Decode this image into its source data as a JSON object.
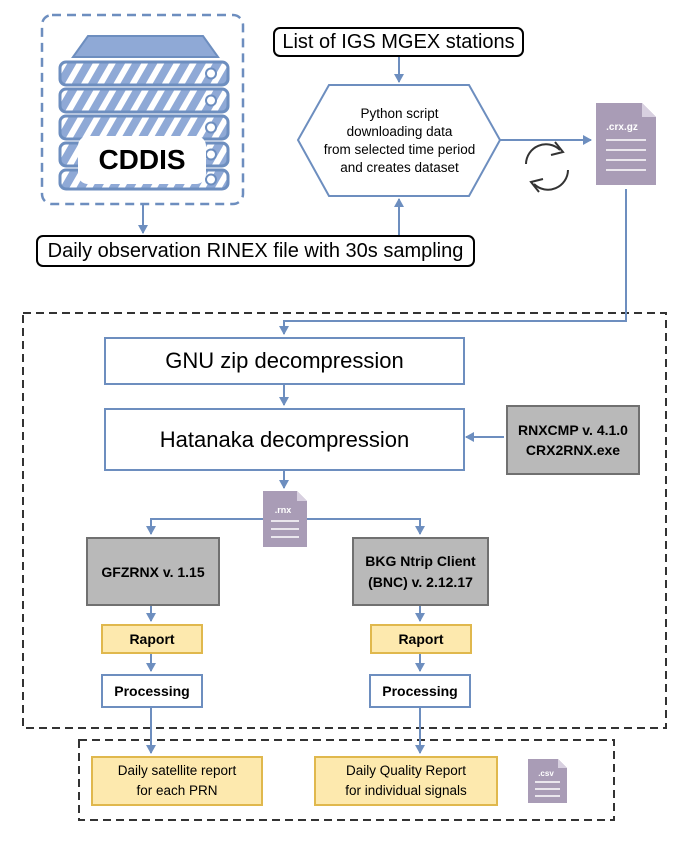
{
  "top": {
    "cddis_label": "CDDIS",
    "stations_label": "List of IGS MGEX stations",
    "rinex_label": "Daily observation RINEX file with 30s sampling",
    "python_lines": [
      "Python script",
      "downloading data",
      "from selected time period",
      "and creates dataset"
    ],
    "crx_file_label": ".crx.gz"
  },
  "process": {
    "gnu_label": "GNU zip decompression",
    "hatanaka_label": "Hatanaka decompression",
    "rnxcmp_lines": [
      "RNXCMP v. 4.1.0",
      "CRX2RNX.exe"
    ],
    "rnx_file_label": ".rnx",
    "gfzrnx_label": "GFZRNX v. 1.15",
    "bnc_lines": [
      "BKG Ntrip Client",
      "(BNC) v. 2.12.17"
    ],
    "raport_left": "Raport",
    "raport_right": "Raport",
    "processing_left": "Processing",
    "processing_right": "Processing"
  },
  "output": {
    "sat_report_lines": [
      "Daily satellite report",
      "for each PRN"
    ],
    "quality_report_lines": [
      "Daily Quality Report",
      "for individual signals"
    ],
    "csv_file_label": ".csv"
  },
  "colors": {
    "arrow": "#6d8ebf",
    "file_icon": "#a99cb6",
    "gray_box": "#b9b9b9",
    "yellow_box": "#fde9ae"
  }
}
